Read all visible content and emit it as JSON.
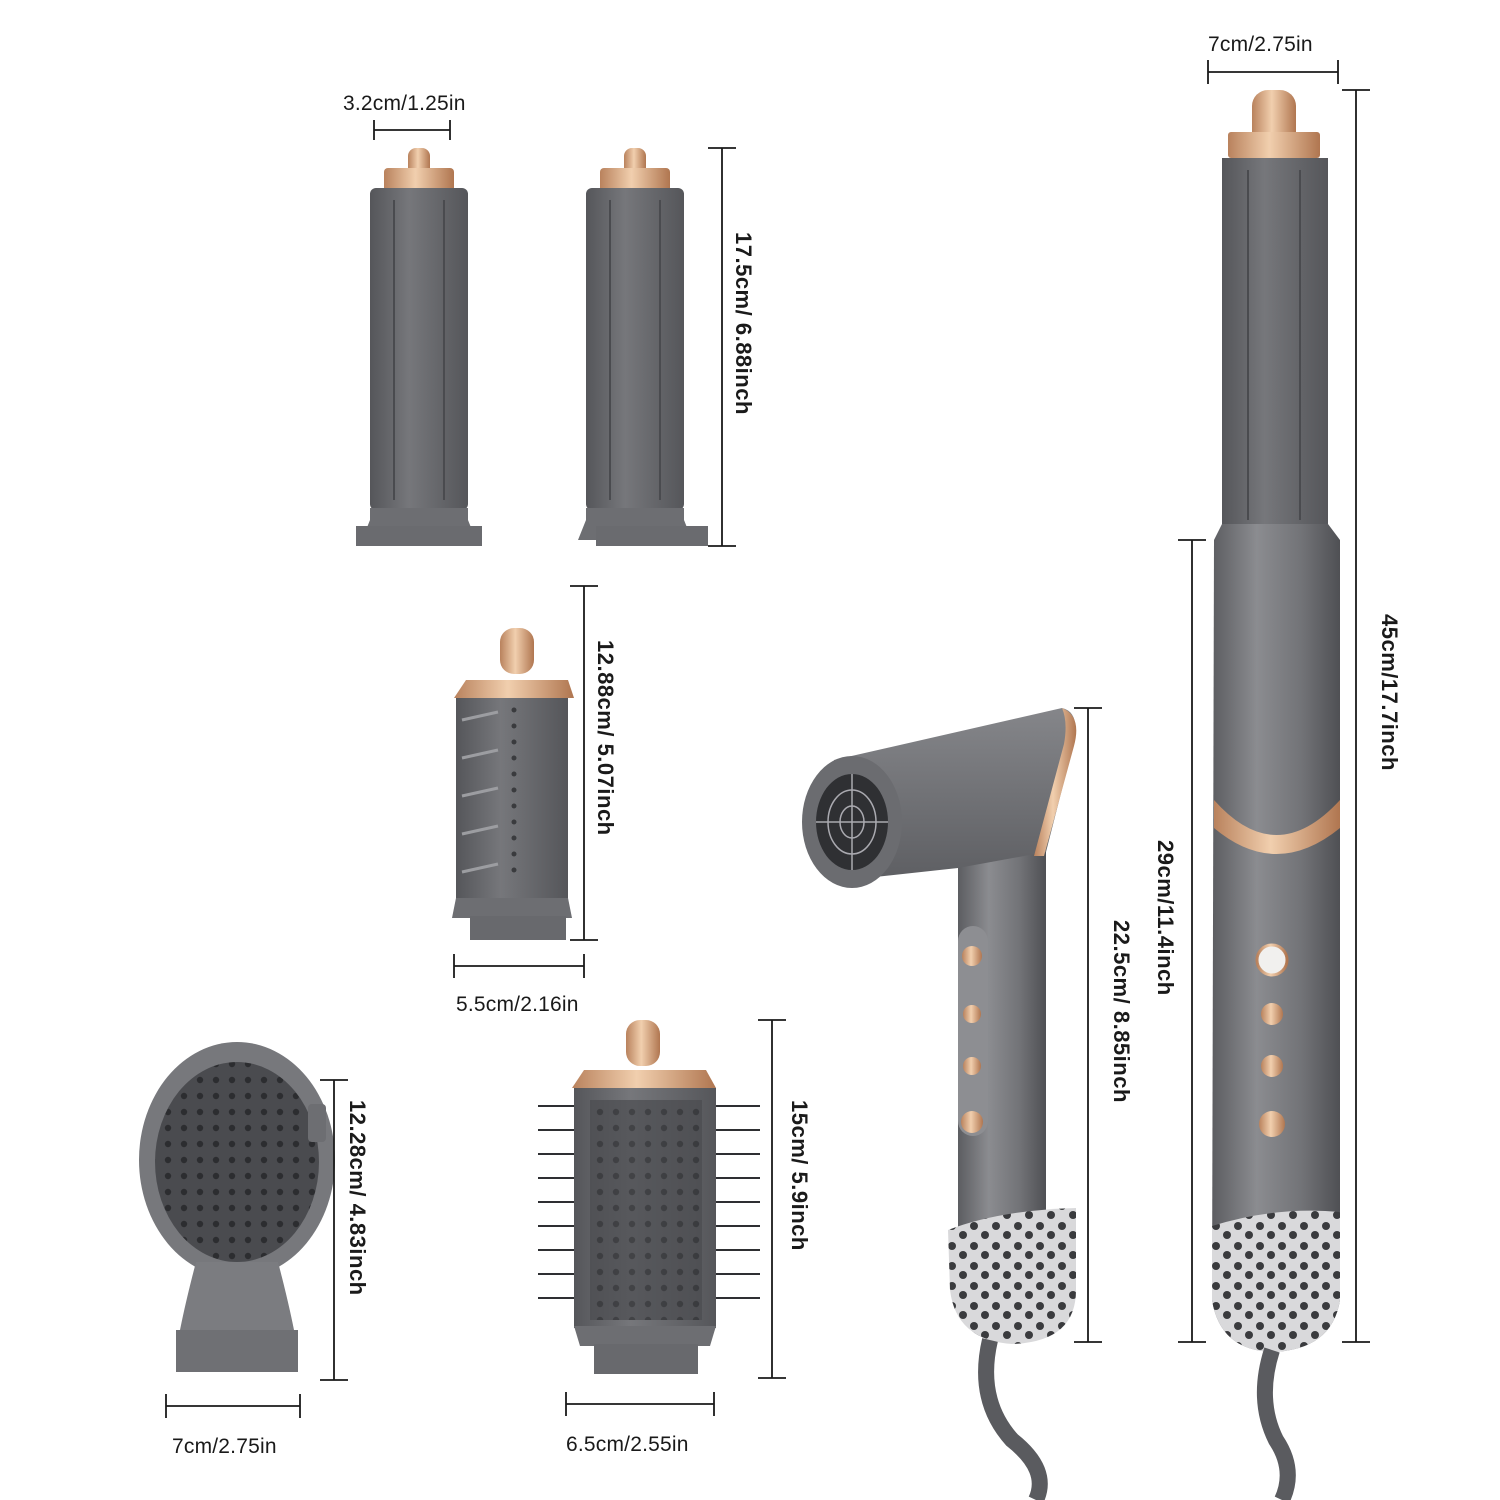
{
  "colors": {
    "body_gray": "#6d6d6f",
    "body_dark": "#55565a",
    "body_light": "#8a8b8e",
    "rose_gold": "#d7a57e",
    "rose_gold_dark": "#b9825d",
    "line": "#1a1a1a",
    "background": "#ffffff"
  },
  "icons": {
    "snowflake": "snowflake-icon",
    "fan": "fan-icon",
    "temperature": "thermometer-icon",
    "power": "power-icon"
  },
  "dimensions": {
    "curler_small_width": "3.2cm/1.25in",
    "curler_height": "17.5cm/ 6.88inch",
    "round_brush_height": "12.88cm/ 5.07inch",
    "round_brush_width": "5.5cm/2.16in",
    "diffuser_height": "12.28cm/ 4.83inch",
    "diffuser_width": "7cm/2.75in",
    "bristle_brush_height": "15cm/ 5.9inch",
    "bristle_brush_width": "6.5cm/2.55in",
    "dryer_height": "22.5cm/ 8.85inch",
    "handle_height": "29cm/11.4inch",
    "styler_height": "45cm/17.7inch",
    "styler_width": "7cm/2.75in"
  }
}
